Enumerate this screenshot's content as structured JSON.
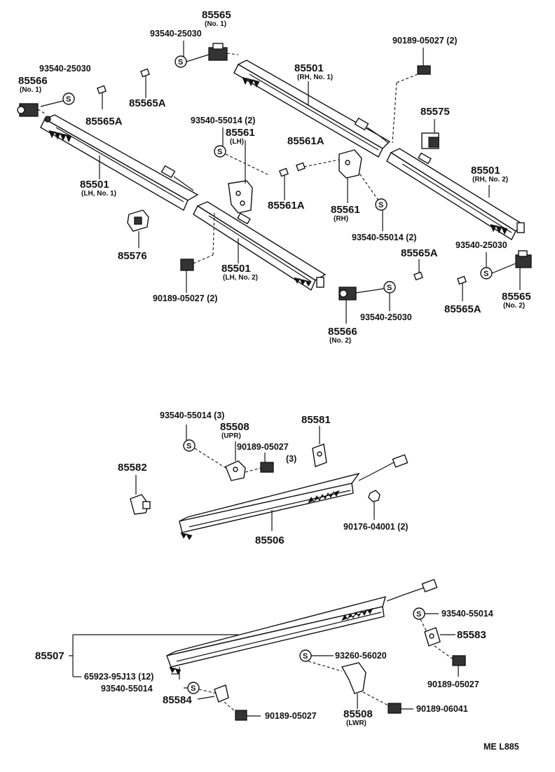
{
  "labels": {
    "p85565_top": "85565",
    "p85565_top_sub": "(No. 1)",
    "p93540_25030_a": "93540-25030",
    "p90189_05027_2a": "90189-05027  (2)",
    "p93540_25030_b": "93540-25030",
    "p85566_top": "85566",
    "p85566_top_sub": "(No. 1)",
    "p85501_rh1": "85501",
    "p85501_rh1_sub": "(RH, No. 1)",
    "p85565A_a": "85565A",
    "p85565A_b": "85565A",
    "p85575": "85575",
    "p93540_55014_2a": "93540-55014  (2)",
    "p85561_lh": "85561",
    "p85561_lh_sub": "(LH)",
    "p85561A_a": "85561A",
    "p85501_rh2": "85501",
    "p85501_rh2_sub": "(RH, No. 2)",
    "p85501_lh1": "85501",
    "p85501_lh1_sub": "(LH, No. 1)",
    "p85561A_b": "85561A",
    "p85561_rh": "85561",
    "p85561_rh_sub": "(RH)",
    "p85576": "85576",
    "p93540_55014_2b": "93540-55014  (2)",
    "p93540_25030_c": "93540-25030",
    "p85565A_c": "85565A",
    "p85501_lh2": "85501",
    "p85501_lh2_sub": "(LH, No. 2)",
    "p90189_05027_2b": "90189-05027  (2)",
    "p85565_bot": "85565",
    "p85565_bot_sub": "(No. 2)",
    "p85565A_d": "85565A",
    "p93540_25030_d": "93540-25030",
    "p85566_bot": "85566",
    "p85566_bot_sub": "(No. 2)",
    "p93540_55014_3": "93540-55014  (3)",
    "p85581": "85581",
    "p85508_upr": "85508",
    "p85508_upr_sub": "(UPR)",
    "p90189_05027_3": "90189-05027",
    "p90189_05027_3_qty": "(3)",
    "p85582": "85582",
    "p90176_04001": "90176-04001  (2)",
    "p85506": "85506",
    "p93540_55014_a": "93540-55014",
    "p85583": "85583",
    "p85507": "85507",
    "p93260_56020": "93260-56020",
    "p90189_05027_c": "90189-05027",
    "p65923_95J13": "65923-95J13  (12)",
    "p93540_55014_b": "93540-55014",
    "p85584": "85584",
    "p90189_05027_d": "90189-05027",
    "p85508_lwr": "85508",
    "p85508_lwr_sub": "(LWR)",
    "p90189_06041": "90189-06041",
    "footer_code": "ME  L885",
    "s_mark": "S"
  }
}
